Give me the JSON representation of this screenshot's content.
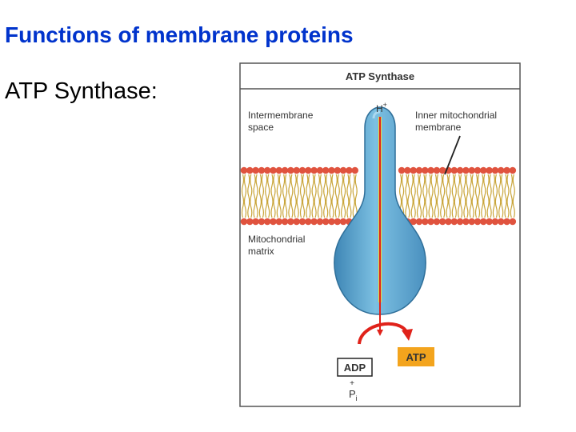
{
  "slide": {
    "title": "Functions of membrane proteins",
    "subtitle": "ATP Synthase:"
  },
  "figure": {
    "header": "ATP Synthase",
    "label_intermembrane_1": "Intermembrane",
    "label_intermembrane_2": "space",
    "label_inner_1": "Inner mitochondrial",
    "label_inner_2": "membrane",
    "label_matrix_1": "Mitochondrial",
    "label_matrix_2": "matrix",
    "ion": "H",
    "ion_charge": "+",
    "adp": "ADP",
    "plus": "+",
    "pi": "P",
    "pi_sub": "i",
    "atp": "ATP"
  },
  "colors": {
    "title": "#0033cc",
    "protein": "#6cb2d8",
    "protein_edge": "#2f6f99",
    "phospholipid_head": "#e0533e",
    "phospholipid_tail": "#c9a53a",
    "arrow": "#e0221a",
    "proton_channel": "#e8d43a",
    "atp_box": "#f3a41d"
  }
}
